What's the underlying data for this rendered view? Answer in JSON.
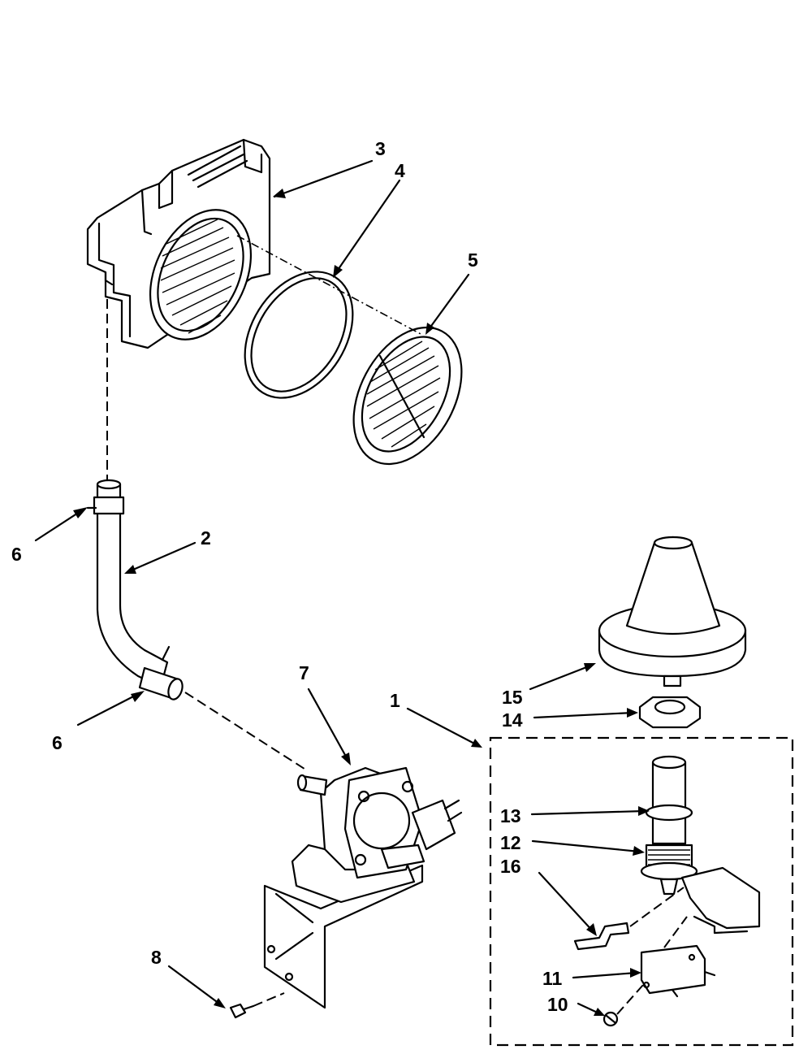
{
  "callouts": [
    {
      "id": "1",
      "label": "1"
    },
    {
      "id": "2",
      "label": "2"
    },
    {
      "id": "3",
      "label": "3"
    },
    {
      "id": "4",
      "label": "4"
    },
    {
      "id": "5",
      "label": "5"
    },
    {
      "id": "6a",
      "label": "6"
    },
    {
      "id": "6b",
      "label": "6"
    },
    {
      "id": "7",
      "label": "7"
    },
    {
      "id": "8",
      "label": "8"
    },
    {
      "id": "10",
      "label": "10"
    },
    {
      "id": "11",
      "label": "11"
    },
    {
      "id": "12",
      "label": "12"
    },
    {
      "id": "13",
      "label": "13"
    },
    {
      "id": "14",
      "label": "14"
    },
    {
      "id": "15",
      "label": "15"
    },
    {
      "id": "16",
      "label": "16"
    }
  ]
}
